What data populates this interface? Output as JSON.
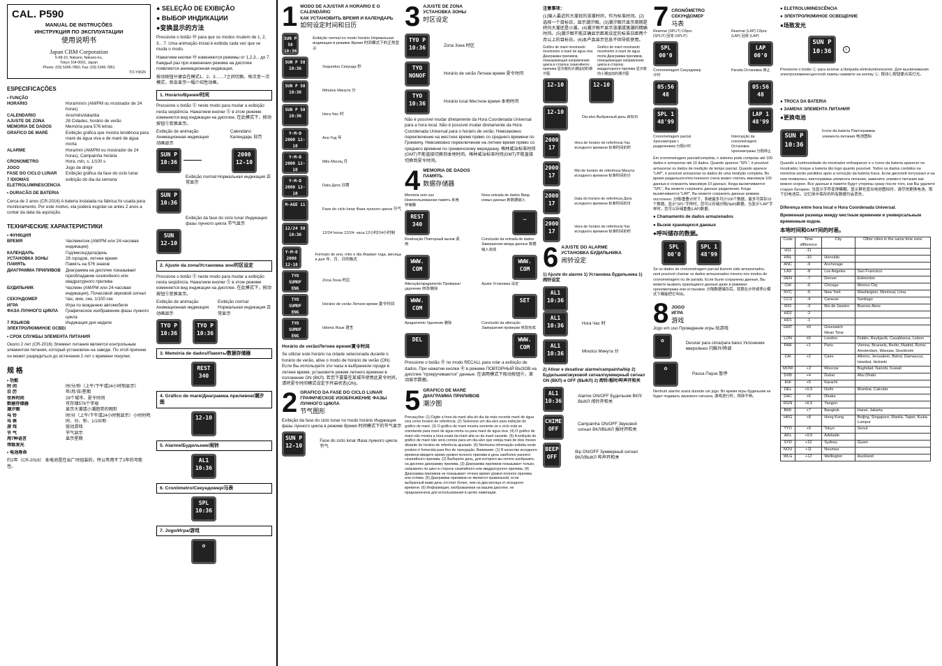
{
  "header": {
    "model": "CAL. P590",
    "title_pt": "MANUAL DE INSTRUÇÕES",
    "title_ru": "ИНСТРУКЦИЯ ПО ЭКСПЛУАТАЦИИ",
    "title_cn": "使用说明书",
    "company": "Japan CBM Corporation",
    "address1": "5-68-10, Nakano, Nakano-ku,",
    "address2": "Tokyo 164-0001, Japan",
    "phone": "Phone: (03) 5345-7860, Fax: (03) 5345-7861",
    "code": "TO-Y0026"
  },
  "specs_pt": {
    "title": "ESPECIFICAÇÕES",
    "functions_label": "• FUNÇÃO",
    "rows": [
      {
        "k": "HORÁRIO",
        "v": "Hora/min/s (AM/PM ou mostrador de 24 horas)"
      },
      {
        "k": "CALENDÁRIO",
        "v": "Ano/mês/data/dia"
      },
      {
        "k": "AJUSTE DE ZONA",
        "v": "28 Cidades, horário de verão"
      },
      {
        "k": "MEMÓRIA DE DADOS",
        "v": "Memória para 576 letras"
      },
      {
        "k": "GRÁFICO DE MARÉ",
        "v": "Exibição gráfica que mostra tendência para maré de água viva e de maré de água morta"
      },
      {
        "k": "ALARME",
        "v": "Hora/min (AM/PM ou mostrador de 24 horas), Campainha horária"
      },
      {
        "k": "CRONÔMETRO",
        "v": "Hora, min, s, 1/100 s"
      },
      {
        "k": "JOGO",
        "v": "Jogo de dirigir"
      },
      {
        "k": "FASE DO CICLO LUNAR",
        "v": "Exibição gráfica da fase do ciclo lunar"
      },
      {
        "k": "7 IDIOMAS",
        "v": "exibição do dia da semana"
      },
      {
        "k": "ELETROLUMINESCÊNCIA",
        "v": ""
      }
    ],
    "battery_label": "• DURACÃO DE BATERIA",
    "battery_text": "Cerca de 2 anos (CR-2016) A bateria instalada na fábrica foi usada para monitoramento. Por este motivo, ela poderá esgotar-se antes 2 anos a contar da data da aquisição."
  },
  "specs_ru": {
    "title": "ТЕХНИЧЕСКИЕ ХАРАКТЕРИСТИКИ",
    "functions_label": "• ФУНКЦИЯ",
    "rows": [
      {
        "k": "ВРЕМЯ",
        "v": "Час/мин/сек (AM/PM или 24-часовая индикация)"
      },
      {
        "k": "КАЛЕНДАРЬ",
        "v": "Год/месяц/дата/день"
      },
      {
        "k": "УСТАНОВКА ЗОНЫ",
        "v": "28 городов, летнее время"
      },
      {
        "k": "ПАМЯТЬ",
        "v": "Память на 576 знаков"
      },
      {
        "k": "ДИАГРАММА ПРИЛИВОВ",
        "v": "Диаграмма на дисплее показывает преобладание сизигийного или квадратурного прилива"
      },
      {
        "k": "БУДИЛЬНИК",
        "v": "Час/мин (AM/PM или 24-часовая индикация), Почасовой звуковой сигнал"
      },
      {
        "k": "СЕКУНДОМЕР",
        "v": "Час, мин, сек, 1/100 сек"
      },
      {
        "k": "ИГРА",
        "v": "Игра по вождению автомобиля"
      },
      {
        "k": "ФАЗА ЛУННОГО ЦИКЛА",
        "v": "Графическое изображение фазы лунного цикла"
      },
      {
        "k": "7 ЯЗЫКОВ",
        "v": "Индикация дня недели"
      },
      {
        "k": "ЭЛЕКТРОЛЮМИНОЕ ОСВЕЩЕНИЕ",
        "v": ""
      }
    ],
    "battery_label": "• СРОК СЛУЖБЫ ЭЛЕМЕНТА ПИТАНИЯ",
    "battery_text": "Около 2 лет (CR-2016) Элемент питания является контрольным элементом питания, который установлен на заводе. По этой причине он может разрядиться до истечения 2 лет с времени покупки."
  },
  "specs_cn": {
    "title": "规 格",
    "functions_label": "• 功能",
    "rows": [
      {
        "k": "时 间",
        "v": "时/分/秒（上午/下午或24小时制显示）"
      },
      {
        "k": "日 历",
        "v": "年/月/日/星期"
      },
      {
        "k": "世界时间",
        "v": "28个城市、夏令时间"
      },
      {
        "k": "数据存储器",
        "v": "可存储576个字母"
      },
      {
        "k": "潮汐图",
        "v": "显示大潮或小潮趋势的图形"
      },
      {
        "k": "马 铃",
        "v": "时/分（上午/下午或24小时制显示）小时时鸣"
      },
      {
        "k": "马 表",
        "v": "时、分、秒、1/100秒"
      },
      {
        "k": "游 戏",
        "v": "驱动游戏"
      },
      {
        "k": "节 气",
        "v": "节气显示"
      },
      {
        "k": "用7种语言",
        "v": "显示星期"
      },
      {
        "k": "场致发光",
        "v": ""
      }
    ],
    "battery_label": "• 电池寿命",
    "battery_text": "约2年（CR-2016） 本电池是在出厂时组装的，所以有用不了2年的可能性。"
  },
  "col2": {
    "sel_pt": "● SELEÇÃO DE EXIBIÇÃO",
    "sel_ru": "● ВЫБОР ИНДИКАЦИИ",
    "sel_cn": "●变换显示的方法",
    "intro_pt": "Pressione o botão Ⓜ para que os modos mudem de 1, 2, 3... 7. Uma animação inicial é exibida cada vez que se muda o modo.",
    "intro_ru": "Нажатием кнопки Ⓜ изменяются режимы от 1,2,3... до 7. Каждый раз при изменении режима на дисплее появляется анимационная индикация.",
    "intro_cn": "按动按钮Ⓜ便会在模式1、2、3……7之间切换。每次变一次模式，就会显示一幅介绍性动画。",
    "s1": "1. Horário/Время/时间",
    "s1_text": "Pressione o botão Ⓢ neste modo para mudar a exibição nesta seqüência. Нажатием кнопки Ⓢ в этом режиме изменяется вид индикации на дисплее. 在此模式下，按动按钮Ⓢ变换显示。",
    "anim_label": "Exibição de animação Анимационная индикация 动画显示",
    "calendar_label": "Calendário Календарь 日历",
    "normal_label": "Exibição normal Нормальная индикация 正常显示",
    "moon_label": "Exibição da fase do ciclo lunar Индикация фазы лунного цикла 节气显示",
    "s2": "2. Ajuste da zona/Установка зон/时区设定",
    "s2_text": "Pressione o botão Ⓢ neste modo para mudar a exibição nesta seqüência. Нажатием кнопки Ⓢ в этом режиме изменяется вид индикации на дисплее. 在此模式下，按动按钮Ⓢ变换显示。",
    "anim2_label": "Exibição de animação Анимационная индикация 动画显示",
    "normal2_label": "Exibição normal Нормальная индикация 正常显示",
    "s3": "3. Memória de dados/Память/数据存储器",
    "s4": "4. Gráfico de maré/Диаграмма приливов/潮汐图",
    "s5": "5. Alarme/Будильник/闹铃",
    "s6": "6. Cronômetro/Секундомер/马表",
    "s7": "7. Jogo/Игра/游戏"
  },
  "col3": {
    "title_pt": "MODO DE AJUSTAR A HORÁRIO E O CALENDÁRIO",
    "title_ru": "КАК УСТАНОВИТЬ ВРЕМЯ И КАЛЕНДАРЬ",
    "title_cn": "如何设定时间和日历",
    "steps": [
      {
        "lcd": "SUN P 58 10:36",
        "label": "Exibição normal no modo horário Нормальная индикация в режиме Время 时间模式下的正常显示"
      },
      {
        "lcd": "SUN P 58 10:36",
        "label": "Segundos Секунда 秒"
      },
      {
        "lcd": "SUN P 58 10:36",
        "label": "Minutos Минута 分"
      },
      {
        "lcd": "SUN P 58 10:36",
        "label": "Hora Час 时"
      },
      {
        "lcd": "Y-M-D 2000 12-10",
        "label": "Ano Год 年"
      },
      {
        "lcd": "Y-M-D 2000 12-10",
        "label": "Mês Месяц 月"
      },
      {
        "lcd": "Y-M-D 2000 12-10",
        "label": "Data Дата 日期"
      },
      {
        "lcd": "M-AGE 11",
        "label": "Fase do ciclo lunar Фаза лунного цикла 节气"
      },
      {
        "lcd": "12/24 58 10:36",
        "label": "12/24 horas 12/24- часа 12小时/24小时制"
      },
      {
        "lcd": "Y-M-D 2000 12-10",
        "label": "Formato do ano, mês e dia Формат года, месяца и дня 年、月、日的格式"
      },
      {
        "lcd": "TYO SUMOF ENG",
        "label": "Zona Зона 时区"
      },
      {
        "lcd": "TYO SUMOF ENG",
        "label": "Horário de verão Летнее время 夏令时间"
      },
      {
        "lcd": "TYO SUMOF ENG",
        "label": "Idioma Язык 语言"
      }
    ],
    "dst_title": "Horário de verão/Летнее время/夏令时间",
    "dst_text": "Se utilizar este horário na cidade selecionada durante o horário de verão, ative o modo de horário de verão (ON). Если Вы используете эти часы в выбранном городе в летнее время, установите режим летнего времени в положение ON (ВКЛ). 若您下要要在某城市使用此夏令时间，请将夏令时间模式设定于开启状态(ON)。",
    "moon_title_pt": "GRÁFICO DA FASE DO CICLO LUNAR",
    "moon_title_ru": "ГРАФИЧЕСКОЕ ИЗОБРАЖЕНИЕ ФАЗЫ ЛУННОГО ЦИКЛА",
    "moon_title_cn": "节气图形",
    "moon_text": "Exibição da fase do ciclo lunar no modo horário Индикация фазы лунного цикла в режиме Время 时间模式下的节气显示",
    "moon_label": "Fase do ciclo lunar Фаза лунного цикла 节气"
  },
  "col4": {
    "zone_title_pt": "AJUSTE DE ZONA",
    "zone_title_ru": "УСТАНОВКА ЗОНЫ",
    "zone_title_cn": "时区设定",
    "zone_label": "Zona Зона 时区",
    "dst_label": "Horário de verão Летнее время 夏令时间",
    "local_label": "Horário local Местное время 本地时间",
    "zone_text": "Não é possível mudar diretamente da Hora Coordenada Universal para a hora local. Não é possível mudar diretamente da Hora Coordenada Universal para o horário de verão. Невозможно переключение на местное время прямо со среднего времени по Гринвичу. Невозможно переключение на летнее время прямо со среднего времени по гринвичскому меридиану. 格林威治标准时间(GMT)不能直接切换到本地时间。格林威治标准时间(GMT)不能直接切换到夏令时间。",
    "mem_title_pt": "MEMÓRIA DE DADOS",
    "mem_title_ru": "ПАМЯТЬ",
    "mem_title_cn": "数据存储器",
    "mem_no_use": "Memória sem uso Неиспользованная память 未用存储器",
    "mem_new": "Nova entrada de dados Ввод новых данных 新数据输入",
    "mem_replay": "Reativação Повторный вызов 调用",
    "mem_done": "Conclusão da entrada de dados Завершение ввода данных 数据输入完成",
    "mem_edit": "Alteração/apagamento Проверка/удаление 修改/删除",
    "mem_set": "Ajuste Установка 设定",
    "mem_del": "Apagamento Удаление 删除",
    "mem_alter": "Conclusão da alteração Завершение проверки 修改完成",
    "mem_note": "Pressione o botão Ⓡ no modo RECALL para rolar a exibição de dados. При нажатии кнопки Ⓡ в режиме ПОВТОРНЫЙ ВЫЗОВ на дисплее \"прокручиваются\" данные. 在调用模式下按动按钮Ⓡ，滚动显示数据。",
    "tide_title_pt": "GRÁFICO DE MARÉ",
    "tide_title_ru": "ДИАГРАММА ПРИЛИВОВ",
    "tide_title_cn": "潮汐图",
    "tide_text": "Precauções: (1) Digite a hora da maré alta do dia da mais recente maré de água viva como horário de referência. (2) Selecione um dia-alvo para exibição do gráfico de maré. (3) O gráfico de maré mostra somente se o ciclo está se orientando para maré de água morta ou para maré de água viva. (4) O gráfico de maré não mostra a hora exata da maré alta ou da maré vazante. (5) A exibição do gráfico de maré não será correta para um dia-alvo que esteja mais de dois meses distante do horário de referência ajustado. (6) Nenhuma informação exibida neste produto é fornecida para fins de navegação. Внимание: (1) В качестве исходного времени введите время уровня полного прилива в день наиболее раннего сизигийного прилива. (2) Выберите день, для которого вы хотите изобразить на дисплее диаграмму прилива. (3) Диаграмма приливов показывает только, направлен ли цикл в сторону сизигийного или квадратурного прилива. (4) Диаграмма приливов не показывает точное время уровня полного прилива или отлива. (5) Диаграмма приливов не является правильной, если выбранный вами день отстоит более, чем на два месяца от исходного времени. (6) Информация, изображаемая на вашем дисплее, не предназначена для использования в целях навигации."
  },
  "col5": {
    "notes_title": "注意事项：",
    "notes": "(1)输入最近的大潮日的涨潮时间，作为标准时间。(2)选择一个目标日，显示潮汐图。(3)潮汐图只显示周期是转向大潮还是小潮。(4)潮汐图不显示涨潮或落潮的精确时间。(5)潮汐图不能正确显示距离设定的标准日距两个月以上的目标日。(6)本产品显示信息不供导航使用。",
    "tide_graph_label1": "Gráfico de maré mostrando movimento à maré de água viva Диаграмма приливов, показывающая направление цикла в сторону сизигийного прилива 显示趋向大潮运动的潮汐图",
    "tide_graph_label2": "Gráfico de maré mostrando movimento à maré de água morta Диаграмма приливов, показывающая направление цикла в сторону квадратурного прилива 显示趋向小潮运动的潮汐图",
    "day_label": "Dia-alvo Выбранный день 目标日",
    "ref_hour": "Hora de horário de referência Час исходного времени 标准时间的时",
    "ref_min": "Min de horário de referência Минута исходного времени 标准时间的分",
    "ref_date": "Data do horário de referência Дата исходного времени 标准时间的日",
    "ref_hour2": "Hora de horário de referência Час исходного времени 标准时间的时",
    "alarm_title_pt": "AJUSTE DO ALARME",
    "alarm_title_ru": "УСТАНОВКА БУДИЛЬНИКА",
    "alarm_title_cn": "闹铃设定",
    "alarm_sub1": "1) Ajuste do alarme 1) Установка будильника 1) 闹铃设定",
    "alarm_hour": "Hora Час 时",
    "alarm_min": "Minutos Минута 分",
    "alarm_sub2": "2) Ativar e desativar alarme/campainha/bip 2) Будильник/звуковой сигнал/зуммерный сигнал ON (ВКЛ) и OFF (ВЫКЛ) 2) 闹铃/报时/哔声开和关",
    "alarm_onoff": "Alarme ON/OFF Будильник ВКЛ/ВЫКЛ 闹铃开和关",
    "chime_onoff": "Campainha ON/OFF Звуковой сигнал ВКЛ/ВЫКЛ 报时开和关",
    "beep_onoff": "Bip ON/OFF Зуммерный сигнал ВКЛ/ВЫКЛ 哔声开和关"
  },
  "col6": {
    "chrono_title_pt": "CRONÔMETRO",
    "chrono_title_ru": "СЕКУНДОМЕР",
    "chrono_title_cn": "马表",
    "reset_label": "Rearmar (SPLIT) Сброс (SPLIT) 回零 (SPLIT)",
    "reset_lap": "Rearmar (LAP) Сброс (LAP) 回零 (LAP)",
    "chrono_label": "Cronometragem Секундомер 计时",
    "pause_label": "Parada Остановка 停止",
    "split_label": "Cronometragem parcial Хронометраж с разделением 分隔计时",
    "split_stop": "Interrupção da cronometragem Остановка хронометража 分隔停止",
    "chrono_text": "Em cronometragem parcial/completa, o sistema pode computar até 100 dados e armazenar até 10 dados. Quando aparece \"SPL\", é possível armazenar os dados de medição de tempo parcial. Quando aparece \"LAP\", é possível armazenar os dados de uma medição completa. Во время раздельного/постоянного счета может считать максимум 100 данных и сохранять максимум 10 данных. Когда высвечивается \"SPL\", Вы можете сохранить данные разделения. Когда высвечивается \"LAP\", Вы можете сохранить данные режима постоянно. 分隔/重叠计时下，系统最多可计100个数据，最多可保存10个数据。显示\"SPL\"字样时，您可以存储分隔(Split)数据。当显示\"LAP\"字样时，您可以存储重叠(LAP)数据。",
    "recall_title_pt": "● Chamamento de dados armazenados",
    "recall_title_ru": "● Вызов хранящихся данных",
    "recall_title_cn": "●呼叫储存的数据。",
    "recall_text": "Se os dados de cronometragem parcial tiverem sido armazenados, será possível chamar os dados armazenados mesmo nos modos de cronometragem ou de parada. Если были сохранены данные, Вы можете вызвать хранящиеся данные даже в режимах хронометража или остановки. 分隔数据储存后，就算在计时或停止模式下都能把它叫出。",
    "game_title_pt": "JOGO",
    "game_title_ru": "ИГРА",
    "game_title_cn": "游戏",
    "game_mode": "Jogo em uso Проведение игры 玩游戏",
    "game_dodge": "Desviar para cima/para baixo Уклонение вверх/вниз 闪躲升/降调",
    "game_pause": "Pausa Пауза 暂停",
    "game_text": "Nenhum alarme soará durante um jogo. Во время игры будильник не будет подавать звукового сигнала. 游戏进行时，闹钟不响。"
  },
  "col7": {
    "el_title_pt": "● ELETROLUMINESCÊNCIA",
    "el_title_ru": "● ЭЛЕКТРОЛЮМИНОЕ ОСВЕЩЕНИЕ",
    "el_title_cn": "●场致发光",
    "el_text": "Pressione o botão Ⓛ para acionar a lâmpada eletroluminescente. Для высвечивания электролюминесцентной лампы нажмите на кнопку Ⓛ. 按动Ⓛ按钮便点亮灯光。",
    "bat_title_pt": "● TROCA DA BATERIA",
    "bat_title_ru": "● ЗАМЕНА ЭЛЕМЕНТА ПИТАНИЯ",
    "bat_title_cn": "●更换电池",
    "bat_icon_label": "Ícone da bateria Пиктограмма элемента питания 电池图标",
    "bat_text": "Quando a luminosidade do mostrador enfraquecer e o ícone da bateria aparecer no mostrador, troque a bateria tão logo quanto possível. Todos os dados contidos na memória serão perdidos após a remoção da bateria fraca. Если дисплей потускнел и на нем появилась пиктограмма элемента питания, замените элемент питания как можно скорее. Все данные в памяти будут утеряны сразу после того, как Вы удалите старую батарею. 当显示字符变得模糊，显示屏也显出电池图标时，请尽快更换电池。取下旧电池后，记忆体中保存的所有数据均会丢失。",
    "tz_title_pt": "Diferença entre hora local e Hora Coordenada Universal.",
    "tz_title_ru": "Временная разница между местным временем и универсальным временным кодом.",
    "tz_title_cn": "本地时间和GMT间的时差。",
    "tz_headers": [
      "Code",
      "Time difference",
      "City",
      "Other cities in the same time zone"
    ],
    "tz_rows": [
      [
        "H11",
        "-11",
        "",
        ""
      ],
      [
        "HNL",
        "-10",
        "Honolulu",
        ""
      ],
      [
        "ANC",
        "-9",
        "Anchorage",
        ""
      ],
      [
        "LAX",
        "-8",
        "Los Angeles",
        "San Francisco"
      ],
      [
        "DEN",
        "-7",
        "Denver",
        "Edmonton"
      ],
      [
        "CHI",
        "-6",
        "Chicago",
        "Mexico City"
      ],
      [
        "NYC",
        "-5",
        "New York",
        "Washington, Montreal, Lima"
      ],
      [
        "CCS",
        "-4",
        "Caracas",
        "Santiago"
      ],
      [
        "RIO",
        "-3",
        "Rio de Janeiro",
        "Buenos Aires"
      ],
      [
        "HD2",
        "-2",
        "",
        ""
      ],
      [
        "HD1",
        "-1",
        "",
        ""
      ],
      [
        "GMT",
        "±0",
        "Greenwich Mean Time",
        ""
      ],
      [
        "LON",
        "±0",
        "London",
        "Dublin, Reykjavík, Casablanca, Lisbon"
      ],
      [
        "PAR",
        "+1",
        "Paris",
        "Vienna, Brussels, Berlin, Madrid, Rome, Amsterdam, Warsaw, Stockholm"
      ],
      [
        "CAI",
        "+2",
        "Cairo",
        "Athens, Jerusalem, Beirut, Damascus, Istanbul, Helsinki"
      ],
      [
        "MOW",
        "+3",
        "Moscow",
        "Baghdad, Nairobi, Kuwait"
      ],
      [
        "DXB",
        "+4",
        "Dubai",
        "Abu Dhabi"
      ],
      [
        "KHI",
        "+5",
        "Karachi",
        ""
      ],
      [
        "DEL",
        "+5.5",
        "Delhi",
        "Mumbai, Calcutta"
      ],
      [
        "DAC",
        "+6",
        "Dhaka",
        ""
      ],
      [
        "RGN",
        "+6.5",
        "Yangon",
        ""
      ],
      [
        "BKK",
        "+7",
        "Bangkok",
        "Hanoi, Jakarta"
      ],
      [
        "HKG",
        "+8",
        "Hong Kong",
        "Beijing, Singapore, Manila, Taipei, Kuala Lumpur"
      ],
      [
        "TYO",
        "+9",
        "Tokyo",
        "Seoul"
      ],
      [
        "ADL",
        "+9.5",
        "Adelaide",
        ""
      ],
      [
        "SYD",
        "+10",
        "Sydney",
        "Guam"
      ],
      [
        "NOU",
        "+11",
        "Noumea",
        ""
      ],
      [
        "WLG",
        "+12",
        "Wellington",
        "Auckland"
      ]
    ]
  }
}
